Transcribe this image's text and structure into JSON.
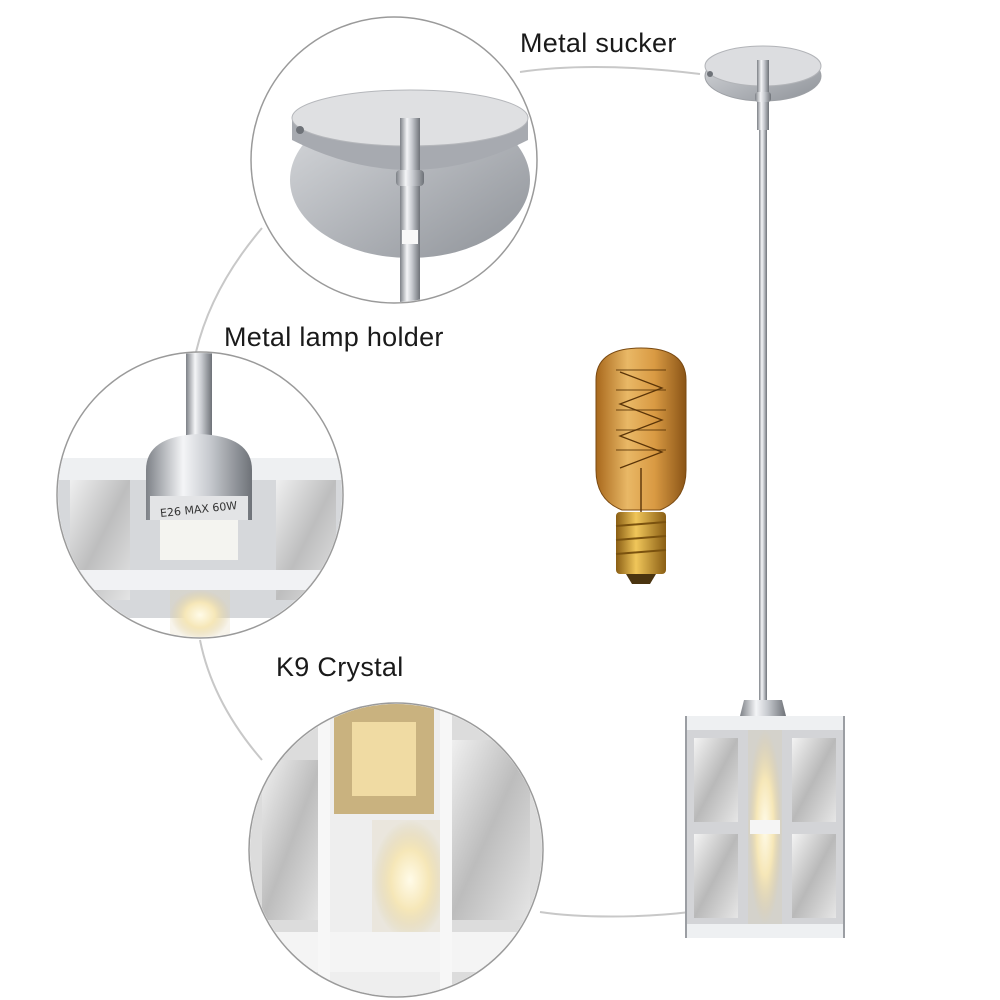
{
  "labels": {
    "metal_sucker": "Metal sucker",
    "metal_lamp_holder": "Metal lamp holder",
    "k9_crystal": "K9 Crystal",
    "socket_marking": "E26 MAX 60W"
  },
  "colors": {
    "chrome_light": "#f2f2f4",
    "chrome_mid": "#b9bcc2",
    "chrome_dark": "#6e7278",
    "amber": "#c98a2e",
    "brass": "#c9962c",
    "callout_line": "#c8c8c8"
  },
  "icons": [
    "ceiling-canopy-detail",
    "lamp-holder-detail",
    "crystal-detail",
    "edison-bulb",
    "pendant-lamp"
  ]
}
